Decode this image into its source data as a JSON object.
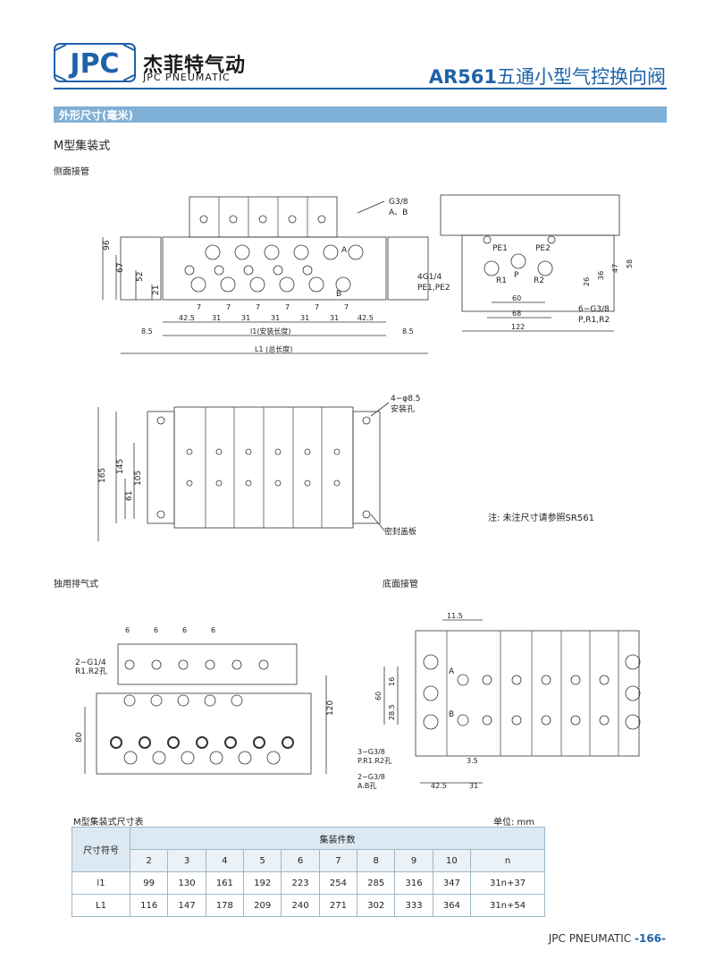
{
  "header": {
    "brand_cn": "杰菲特气动",
    "brand_en": "JPC PNEUMATIC",
    "logo_text": "JPC",
    "title_model": "AR561",
    "title_name": "五通小型气控换向阀"
  },
  "section": {
    "title": "外形尺寸(毫米)"
  },
  "subsections": {
    "m_type": "M型集装式",
    "side_pipe": "侧面接管",
    "indep_exhaust": "独用排气式",
    "bottom_pipe": "底面接管"
  },
  "note": "注:    未注尺寸请参照SR561",
  "drawing1": {
    "port_label": "G3/8",
    "port_sub": "A、B",
    "dims_left": [
      "96",
      "67",
      "52",
      "21"
    ],
    "pitch": [
      "7",
      "7",
      "7",
      "7",
      "7",
      "7"
    ],
    "spans": [
      "42.5",
      "31",
      "31",
      "31",
      "31",
      "31",
      "42.5"
    ],
    "l1": "l1(安装长度)",
    "L1": "L1 (总长度)",
    "side": "8.5",
    "A": "A",
    "B": "B"
  },
  "drawing2": {
    "pe1": "PE1",
    "pe2": "PE2",
    "p": "P",
    "r1": "R1",
    "r2": "R2",
    "g14": "4G1/4",
    "g14sub": "PE1,PE2",
    "g38": "6−G3/8",
    "g38sub": "P,R1,R2",
    "dims": [
      "26",
      "36",
      "47",
      "58"
    ],
    "w": [
      "60",
      "68",
      "122"
    ]
  },
  "drawing3": {
    "hole": "4−φ8.5",
    "hole_sub": "安装孔",
    "cover": "密封盖板",
    "dims": [
      "165",
      "145",
      "105",
      "61"
    ]
  },
  "drawing4": {
    "g14": "2−G1/4",
    "g14sub": "R1.R2孔",
    "pitch": [
      "6",
      "6",
      "6",
      "6"
    ],
    "dims": [
      "80",
      "120"
    ]
  },
  "drawing5": {
    "top": "11.5",
    "dims": [
      "60",
      "16",
      "28.5"
    ],
    "A": "A",
    "B": "B",
    "g38a": "3−G3/8",
    "g38a_sub": "P.R1.R2孔",
    "g38b": "2−G3/8",
    "g38b_sub": "A.B孔",
    "d35": "3.5",
    "d425": "42.5",
    "d31": "31"
  },
  "table": {
    "caption": "M型集装式尺寸表",
    "unit": "单位: mm",
    "col_header": "尺寸符号",
    "group_header": "集装件数",
    "counts": [
      "2",
      "3",
      "4",
      "5",
      "6",
      "7",
      "8",
      "9",
      "10",
      "n"
    ],
    "rows": [
      {
        "label": "l1",
        "values": [
          "99",
          "130",
          "161",
          "192",
          "223",
          "254",
          "285",
          "316",
          "347",
          "31n+37"
        ]
      },
      {
        "label": "L1",
        "values": [
          "116",
          "147",
          "178",
          "209",
          "240",
          "271",
          "302",
          "333",
          "364",
          "31n+54"
        ]
      }
    ]
  },
  "footer": {
    "brand": "JPC PNEUMATIC",
    "page": "-166-"
  },
  "colors": {
    "accent": "#1f62a8",
    "bar": "#7fb0d7"
  }
}
